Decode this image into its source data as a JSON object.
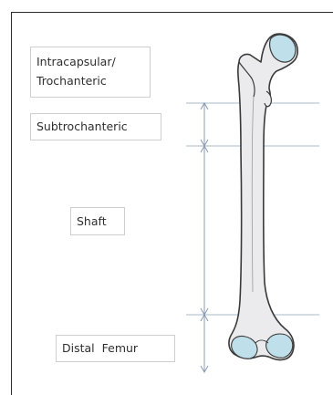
{
  "labels": {
    "intracapsular_line1": "Intracapsular/",
    "intracapsular_line2": "Trochanteric",
    "subtrochanteric": "Subtrochanteric",
    "shaft": "Shaft",
    "distal_femur": "Distal  Femur"
  },
  "colors": {
    "bone_fill": "#ebebee",
    "bone_outline": "#3a3a3a",
    "cartilage": "#bfe0ea",
    "zone_lines": "#a9b9c9",
    "label_border": "#cfcfcf"
  }
}
